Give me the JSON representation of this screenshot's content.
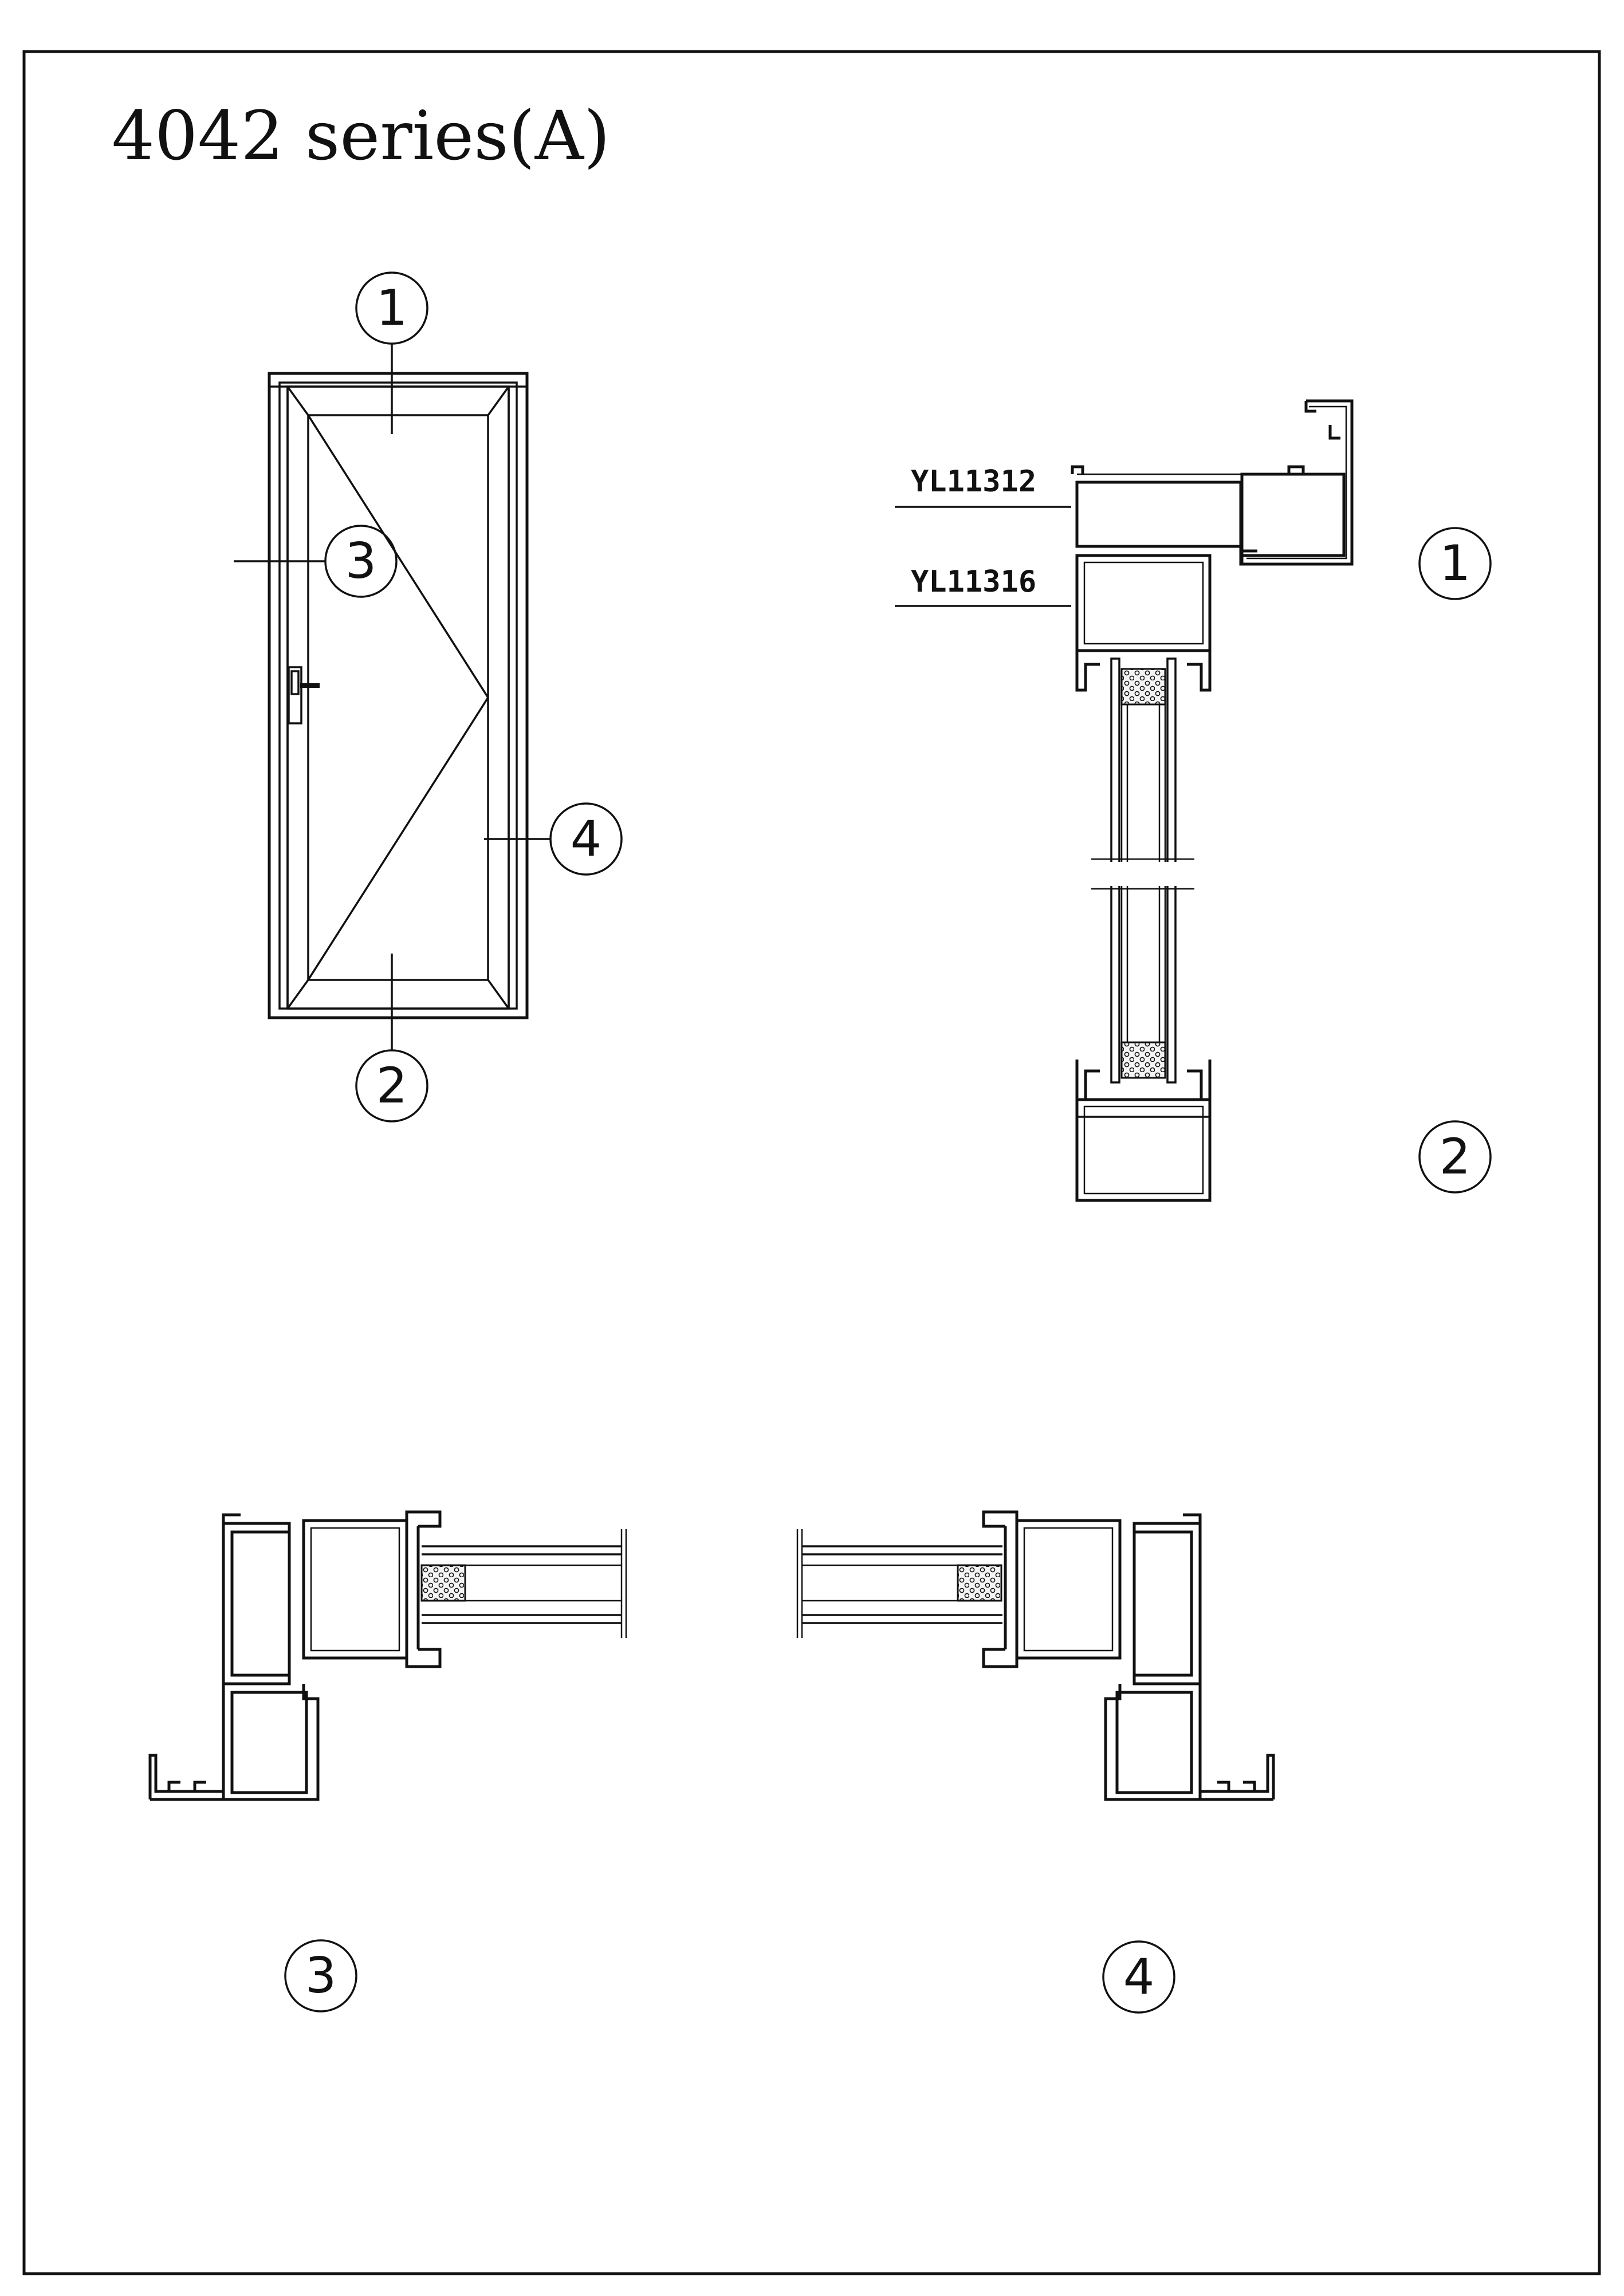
{
  "title": "4042 series(A)",
  "profiles": {
    "top_frame": "YL11312",
    "sash": "YL11316"
  },
  "callouts": {
    "c1": "1",
    "c2": "2",
    "c3": "3",
    "c4": "4"
  }
}
